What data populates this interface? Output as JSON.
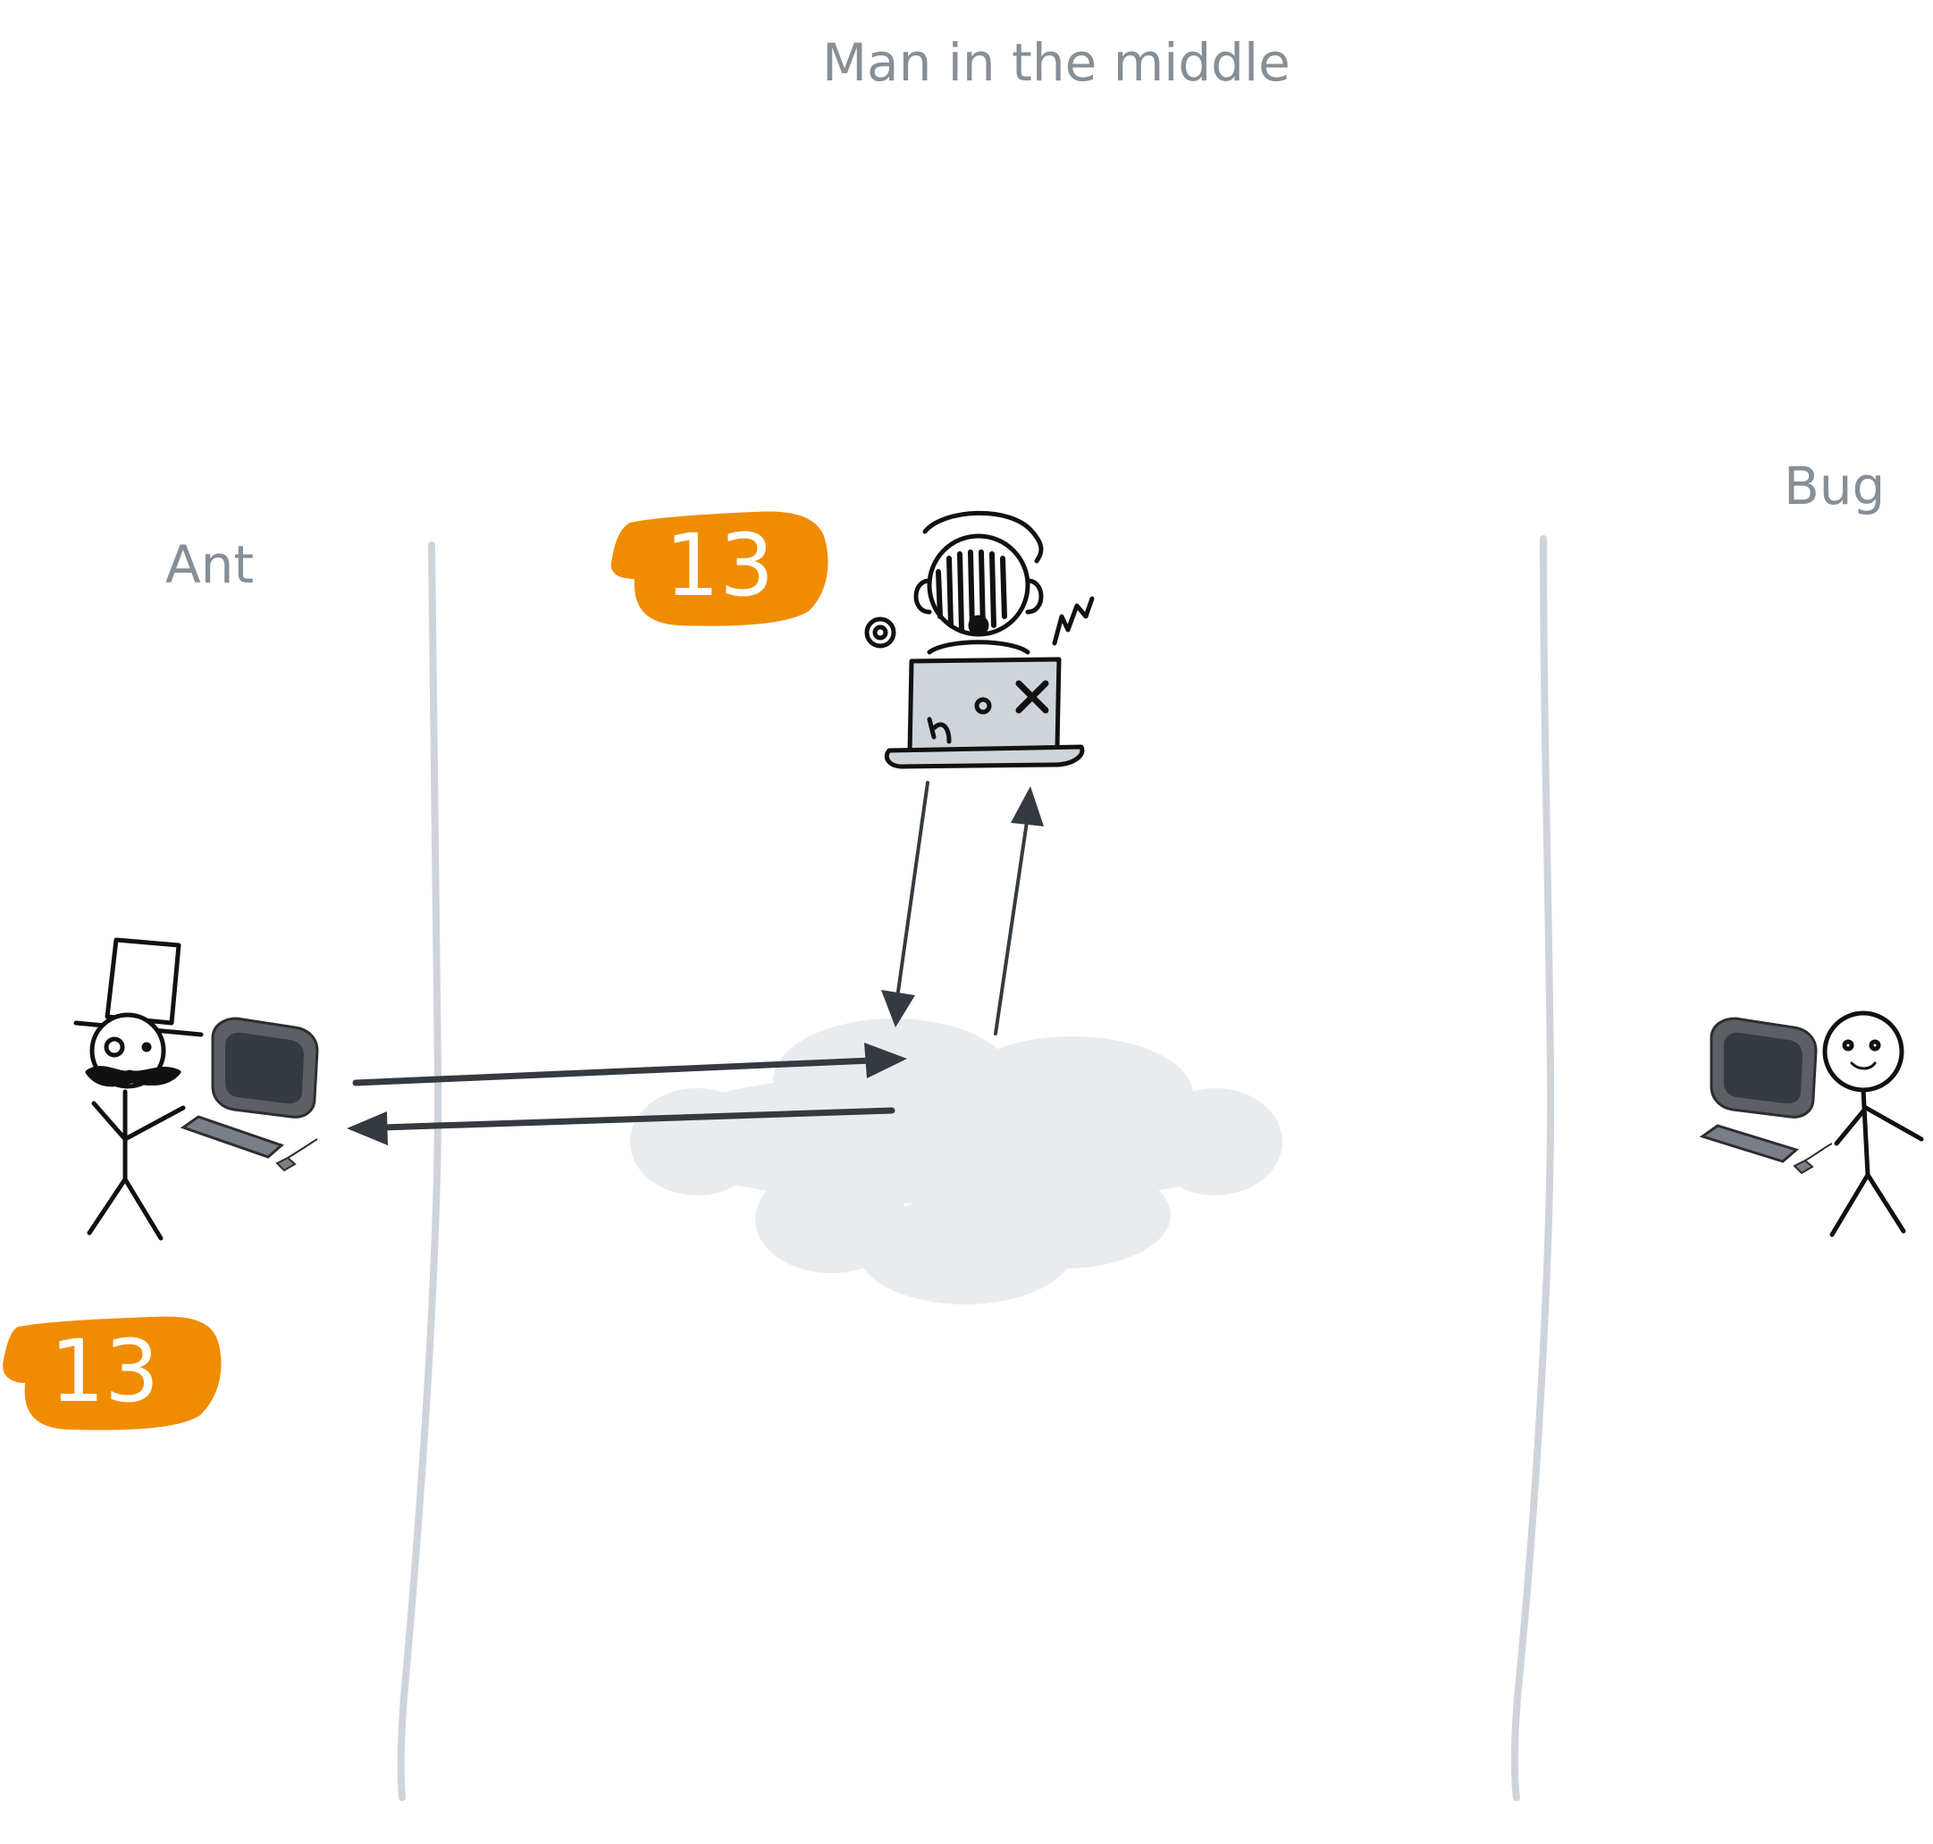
{
  "title": "Man in the middle",
  "participants": {
    "left": "Ant",
    "right": "Bug"
  },
  "badges": {
    "top": "13",
    "bottom": "13"
  },
  "colors": {
    "label": "#868e96",
    "badge": "#f08c00",
    "lane": "#ced4da",
    "cloud": "#e9ecef",
    "arrow": "#343a40"
  },
  "icons": {
    "ant": "stick-figure-top-hat-icon",
    "ant_computer": "desktop-computer-icon",
    "hacker": "hacker-laptop-icon",
    "network": "cloud-icon",
    "bug": "stick-figure-smile-icon",
    "bug_computer": "desktop-computer-icon"
  }
}
